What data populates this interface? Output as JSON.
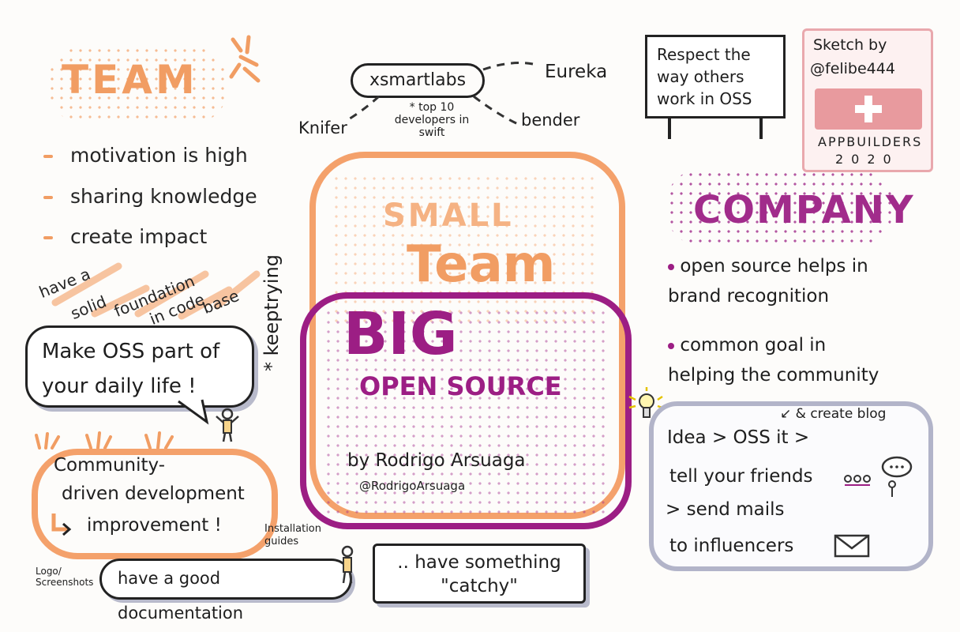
{
  "team": {
    "title": "TEAM",
    "bullets": [
      "motivation is high",
      "sharing knowledge",
      "create impact"
    ],
    "foundation_words": [
      "have a",
      "solid",
      "foundation",
      "in code",
      "base"
    ],
    "bubble_text": "Make OSS part of your daily life !",
    "community_line1": "Community-",
    "community_line2": "driven development",
    "community_line3": "improvement !",
    "installation": "Installation guides",
    "logos": "Logo/ Screenshots",
    "documentation": "have a good documentation"
  },
  "center": {
    "xsmartlabs": "xsmartlabs",
    "top10": "* top 10 developers in swift",
    "knifer": "Knifer",
    "eureka": "Eureka",
    "bender": "bender",
    "small": "SMALL",
    "team": "Team",
    "big": "BIG",
    "open_source": "OPEN SOURCE",
    "by": "by Rodrigo Arsuaga",
    "handle": "@RodrigoArsuaga",
    "keeptrying": "* keeptrying",
    "catchy": ".. have something \"catchy\""
  },
  "right": {
    "sign": "Respect the way others work in OSS",
    "credit_line1": "Sketch by",
    "credit_line2": "@felibe444",
    "credit_line3": "APPBUILDERS",
    "credit_line4": "2020",
    "company_title": "COMPANY",
    "company_bullet1_a": "open source helps in",
    "company_bullet1_b": "brand recognition",
    "company_bullet2_a": "common goal in",
    "company_bullet2_b": "helping the community",
    "create_blog": "& create blog",
    "idea": "Idea",
    "oss_it": "OSS it",
    "tell_friends": "tell your friends",
    "send_mails": "send mails",
    "to_influencers": "to influencers",
    "speech_dots": "..."
  },
  "colors": {
    "orange": "#f19d63",
    "purple": "#9c1e84",
    "grey": "#b2b4c9",
    "pink": "#e89a9e"
  },
  "icons": [
    "idea-bulb-icon",
    "envelope-icon",
    "person-icon",
    "speech-bubble-icon",
    "swiss-flag-icon",
    "sparkle-icon"
  ]
}
